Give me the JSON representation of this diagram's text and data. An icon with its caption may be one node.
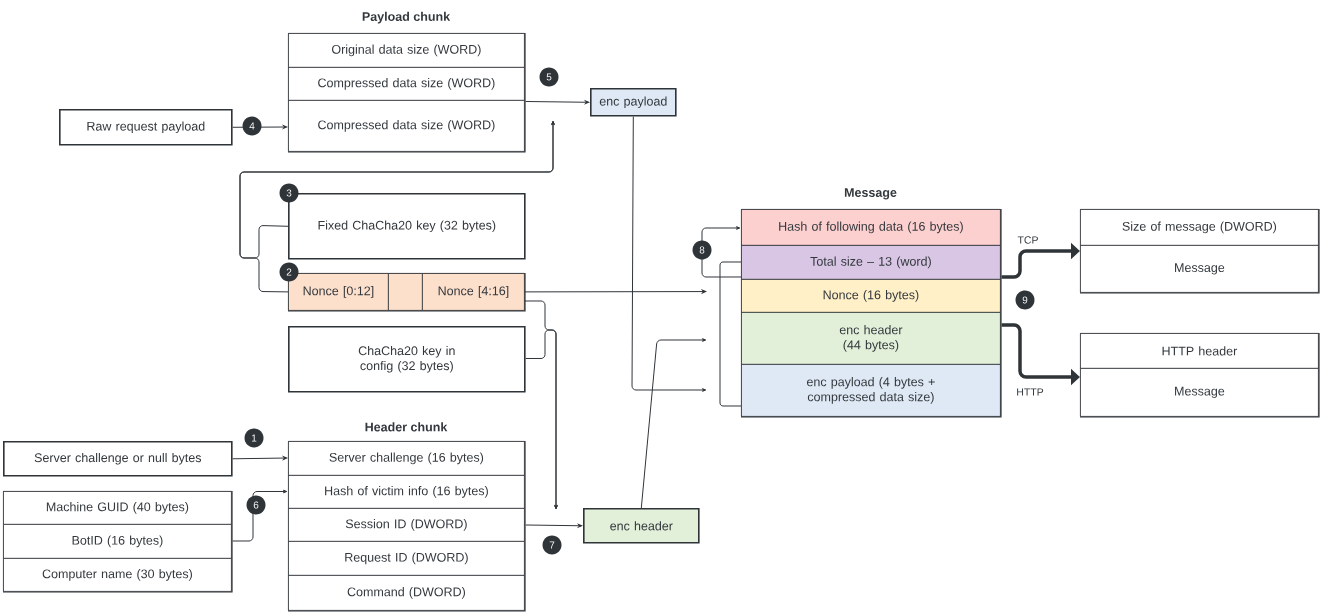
{
  "diagram": {
    "nodes": [
      {
        "text": [
          "Payload chunk"
        ]
      },
      {
        "text": [
          "Original data size (WORD)"
        ],
        "in": 0
      },
      {
        "text": [
          "Compressed data size (WORD)"
        ],
        "in": 0
      },
      {
        "text": [
          "Compressed data size (WORD)"
        ],
        "in": 0
      },
      {
        "text": [
          "Raw request payload"
        ]
      },
      {
        "text": [
          "enc payload"
        ]
      },
      {
        "text": [
          "Fixed ChaCha20 key (32 bytes)"
        ]
      },
      {
        "text": [],
        "shape": "box"
      },
      {
        "text": [
          "Nonce [0:12]"
        ],
        "in": 7
      },
      {
        "text": [],
        "shape": "box",
        "in": 7
      },
      {
        "text": [
          "Nonce [4:16]"
        ],
        "in": 7
      },
      {
        "text": [
          "ChaCha20 key in config (32 bytes)"
        ]
      },
      {
        "text": [
          "Header chunk"
        ]
      },
      {
        "text": [
          "Server challenge (16 bytes)"
        ],
        "in": 12
      },
      {
        "text": [
          "Hash of victim info (16 bytes)"
        ],
        "in": 12
      },
      {
        "text": [
          "Session ID (DWORD)"
        ],
        "in": 12
      },
      {
        "text": [
          "Request ID (DWORD)"
        ],
        "in": 12
      },
      {
        "text": [
          "Command (DWORD)"
        ],
        "in": 12
      },
      {
        "text": [
          "Server challenge or null bytes"
        ]
      },
      {
        "text": [],
        "shape": "box"
      },
      {
        "text": [
          "Machine GUID (40 bytes)"
        ],
        "in": 19
      },
      {
        "text": [
          "BotID (16 bytes)"
        ],
        "in": 19
      },
      {
        "text": [
          "Computer name (30 bytes)"
        ],
        "in": 19
      },
      {
        "text": [
          "enc header"
        ]
      },
      {
        "text": [
          "Message"
        ]
      },
      {
        "text": [
          "Hash of following data (16 bytes)"
        ],
        "in": 24
      },
      {
        "text": [
          "Total size – 13 (word)"
        ],
        "in": 24
      },
      {
        "text": [
          "Nonce (16 bytes)"
        ],
        "in": 24
      },
      {
        "text": [
          "enc header (44 bytes)"
        ],
        "in": 24
      },
      {
        "text": [
          "enc payload (4 bytes + compressed data size)"
        ],
        "in": 24
      },
      {
        "text": [],
        "shape": "box"
      },
      {
        "text": [
          "Size of message (DWORD)"
        ],
        "in": 30
      },
      {
        "text": [
          "Message"
        ],
        "in": 30
      },
      {
        "text": [],
        "shape": "box"
      },
      {
        "text": [
          "HTTP header"
        ],
        "in": 33
      },
      {
        "text": [
          "Message"
        ],
        "in": 33
      }
    ],
    "edges": [
      {
        "from": 4,
        "to": 0,
        "arrow": "to"
      },
      {
        "from": 0,
        "to": 5,
        "arrow": "to"
      },
      {
        "from": 6,
        "to": null,
        "arrow": "to"
      },
      {
        "from": 8,
        "to": null,
        "arrow": "to"
      },
      {
        "from": 10,
        "to": 27,
        "arrow": "to"
      },
      {
        "from": 5,
        "to": 29,
        "arrow": "to"
      },
      {
        "from": 10,
        "to": null,
        "arrow": "to"
      },
      {
        "from": 11,
        "to": null,
        "arrow": "to"
      },
      {
        "from": 12,
        "to": 23,
        "arrow": "to"
      },
      {
        "from": 18,
        "to": 13,
        "arrow": "to"
      },
      {
        "from": 19,
        "to": 14,
        "arrow": "to"
      },
      {
        "from": 23,
        "to": 28,
        "arrow": "to"
      },
      {
        "from": 26,
        "to": 25,
        "arrow": "to"
      },
      {
        "from": 24,
        "to": 30,
        "arrow": "to",
        "label": "TCP",
        "style": "thick"
      },
      {
        "from": 24,
        "to": 33,
        "arrow": "to",
        "label": "HTTP",
        "style": "thick"
      }
    ],
    "labels": [
      "5",
      "4",
      "3",
      "8",
      "2",
      "9",
      "1",
      "6",
      "7"
    ]
  }
}
